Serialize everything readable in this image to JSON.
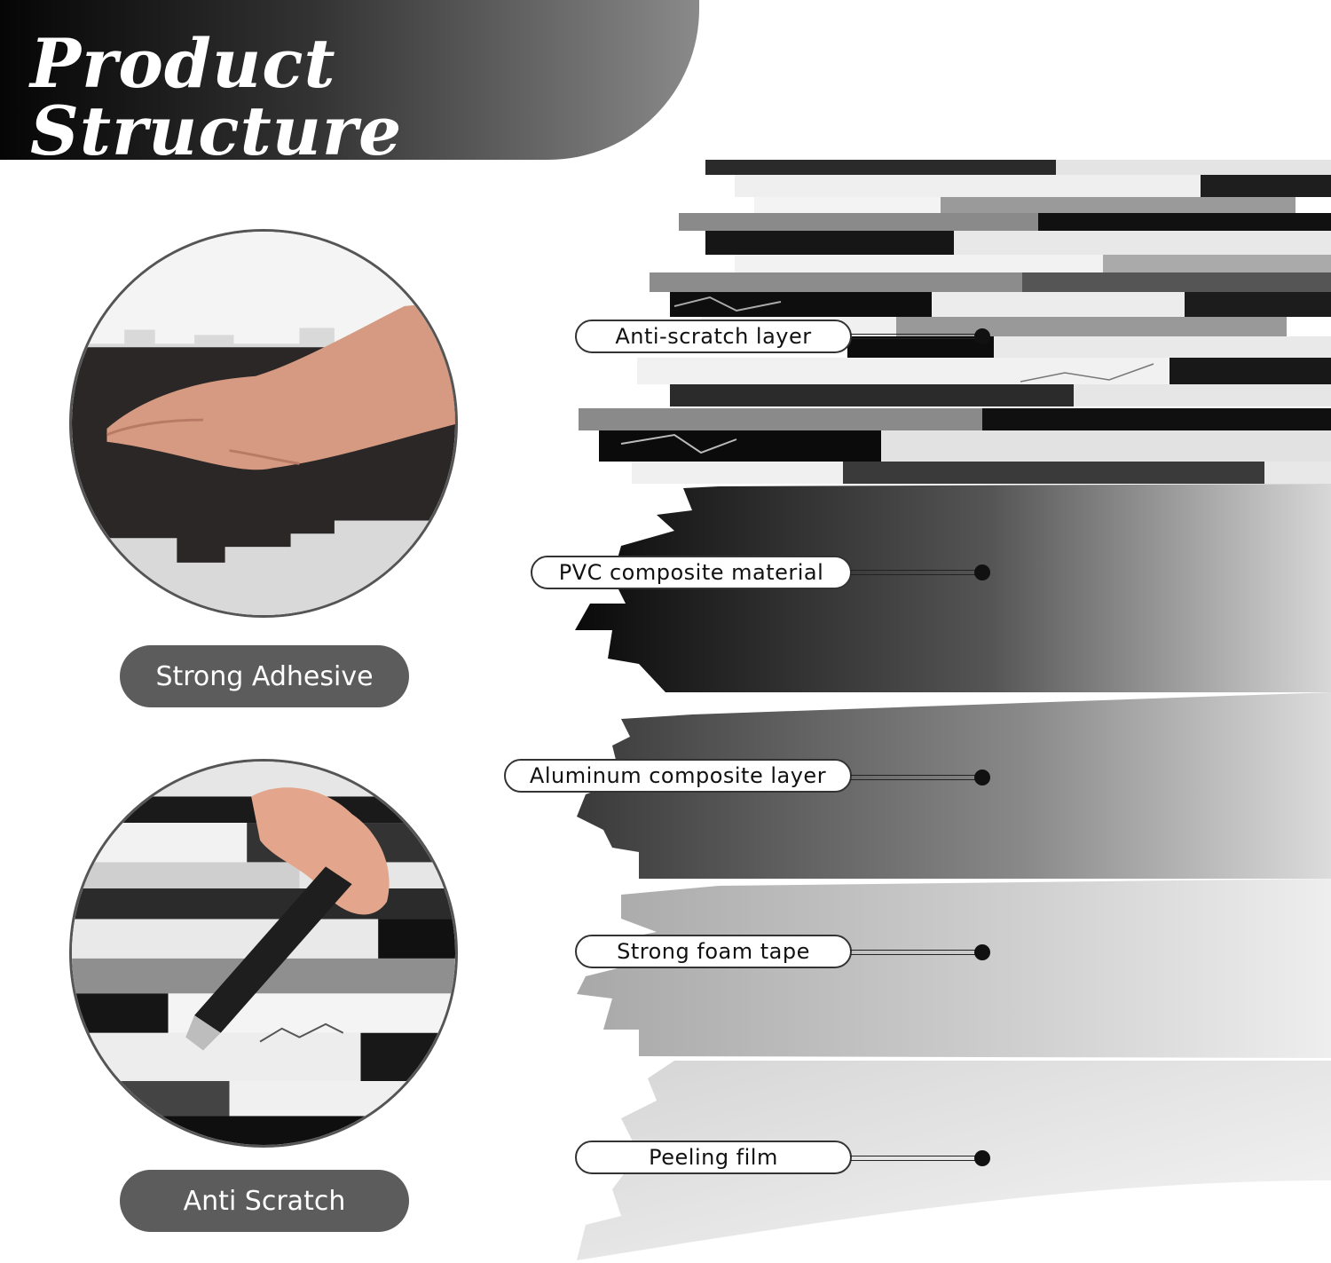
{
  "header": {
    "title": "Product Structure"
  },
  "features": [
    {
      "label": "Strong Adhesive"
    },
    {
      "label": "Anti Scratch"
    }
  ],
  "layers": [
    {
      "label": "Anti-scratch layer"
    },
    {
      "label": "PVC composite material"
    },
    {
      "label": "Aluminum composite layer"
    },
    {
      "label": "Strong foam tape"
    },
    {
      "label": "Peeling film"
    }
  ]
}
